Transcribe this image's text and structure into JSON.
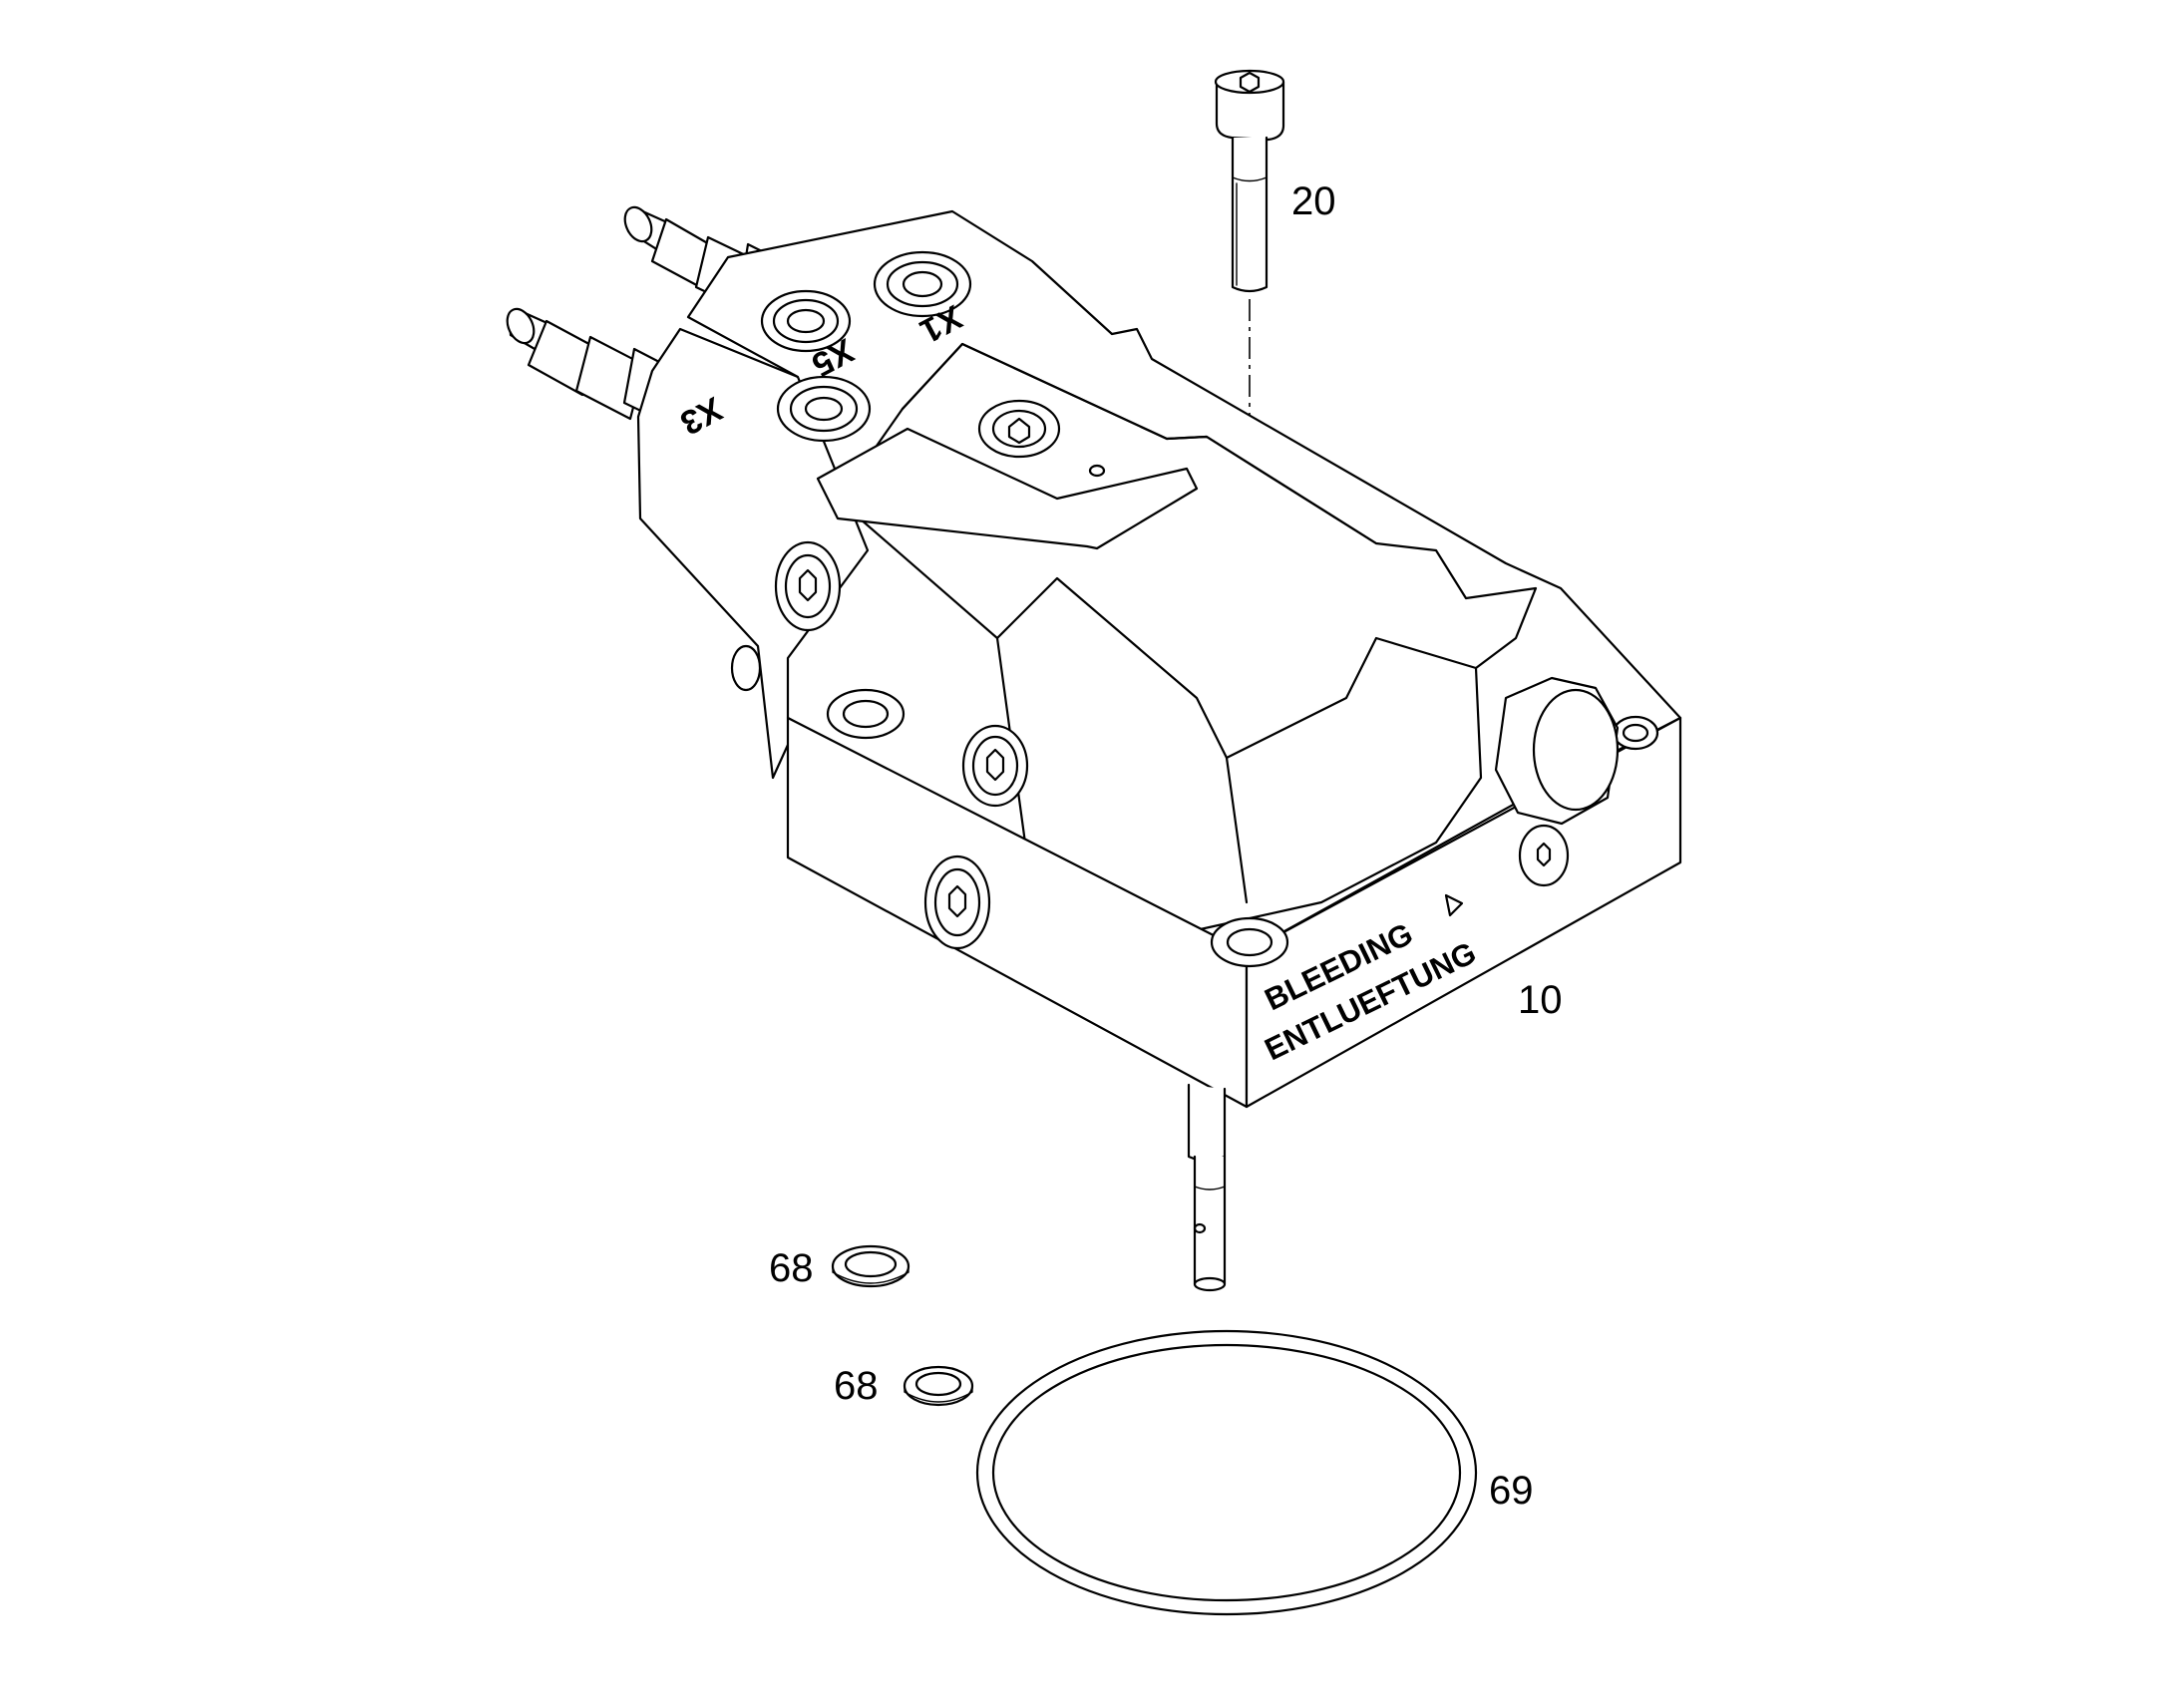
{
  "callouts": {
    "screw": "20",
    "valve_block": "10",
    "seal_ring_upper": "68",
    "seal_ring_lower": "68",
    "o_ring": "69"
  },
  "engraving": {
    "line1": "BLEEDING",
    "line2": "ENTLUEFTUNG"
  },
  "port_labels": {
    "x1": "X1",
    "x5": "X5",
    "x3": "X3"
  },
  "colors": {
    "line": "#000000",
    "background": "#ffffff"
  }
}
